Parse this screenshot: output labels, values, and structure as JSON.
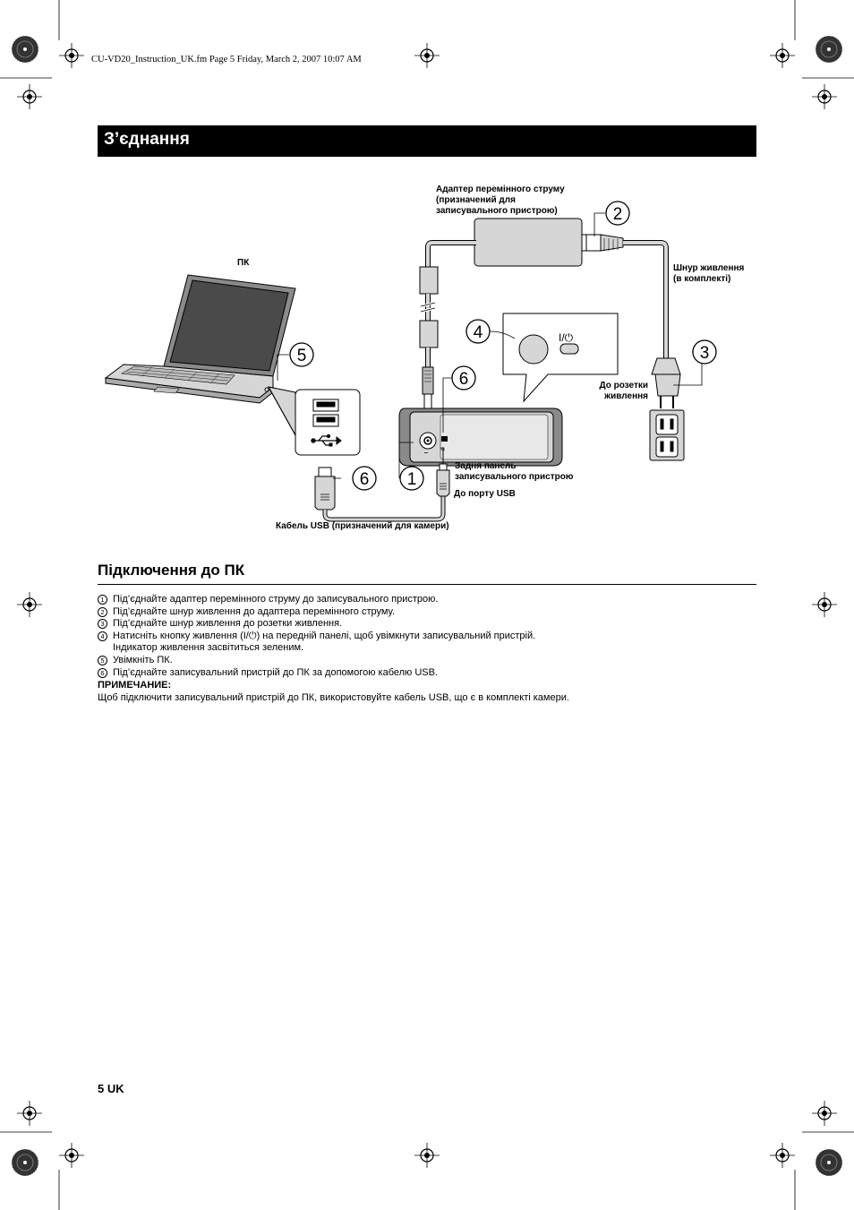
{
  "header": {
    "file_info": "CU-VD20_Instruction_UK.fm  Page 5  Friday, March 2, 2007  10:07 AM"
  },
  "title_bar": {
    "title": "З’єднання"
  },
  "diagram": {
    "labels": {
      "adapter": [
        "Адаптер перемінного струму",
        "(призначений для",
        "записувального пристрою)"
      ],
      "pc": "ПК",
      "power_cord": [
        "Шнур живлення",
        "(в комплекті)"
      ],
      "to_outlet": [
        "До розетки",
        "живлення"
      ],
      "rear_panel": [
        "Задня панель",
        "записувального пристрою"
      ],
      "to_usb": "До порту USB",
      "usb_cable": "Кабель USB (призначений для камери)",
      "power_symbol": "I/⏻"
    },
    "callouts": [
      "1",
      "2",
      "3",
      "4",
      "5",
      "6"
    ]
  },
  "section": {
    "heading": "Підключення до ПК",
    "steps": [
      {
        "num": "1",
        "text": "Під’єднайте адаптер перемінного струму до записувального пристрою."
      },
      {
        "num": "2",
        "text": "Під’єднайте шнур живлення до адаптера перемінного струму."
      },
      {
        "num": "3",
        "text": "Під’єднайте шнур живлення до розетки живлення."
      },
      {
        "num": "4",
        "text": "Натисніть кнопку живлення (I/⏻)  на передній панелі, щоб увімкнути записувальний пристрій."
      },
      {
        "num": "",
        "text": "Індикатор живлення засвітиться зеленим."
      },
      {
        "num": "5",
        "text": "Увімкніть ПК."
      },
      {
        "num": "6",
        "text": "Під’єднайте записувальний пристрій до ПК за допомогою кабелю USB."
      }
    ],
    "note_heading": "ПРИМЕЧАНИЕ:",
    "note_text": "Щоб підключити записувальний пристрій до ПК, використовуйте кабель USB, що є в комплекті камери."
  },
  "footer": {
    "page": "5  UK"
  },
  "colors": {
    "title_bar_bg": "#000000",
    "title_text": "#ffffff",
    "device_gray": "#d6d6d6",
    "dark_gray": "#7a7a7a"
  }
}
